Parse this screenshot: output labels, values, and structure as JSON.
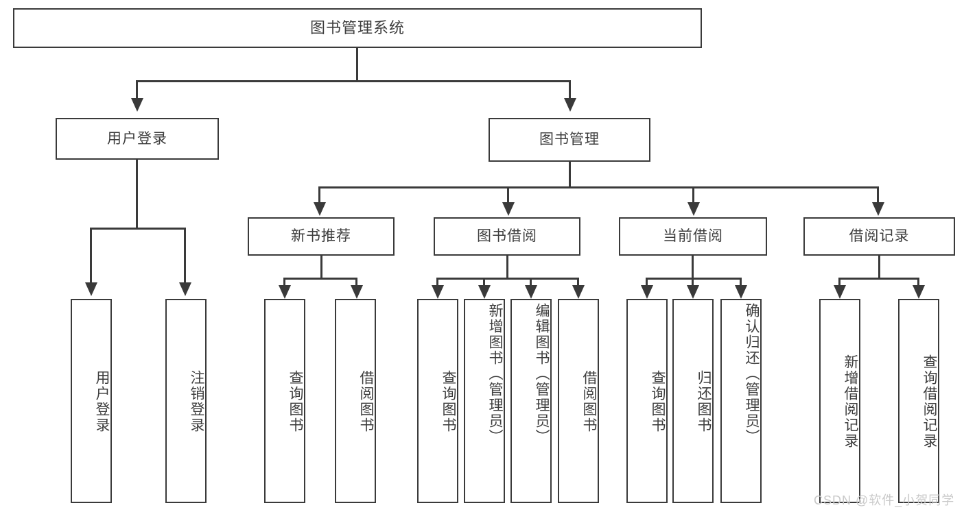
{
  "diagram": {
    "title": "图书管理系统",
    "type": "hierarchy-tree",
    "root": {
      "label": "图书管理系统"
    },
    "level1": [
      {
        "label": "用户登录"
      },
      {
        "label": "图书管理"
      }
    ],
    "level2": [
      {
        "label": "新书推荐"
      },
      {
        "label": "图书借阅"
      },
      {
        "label": "当前借阅"
      },
      {
        "label": "借阅记录"
      }
    ],
    "leaves": {
      "user_login": [
        {
          "label": "用户登录"
        },
        {
          "label": "注销登录"
        }
      ],
      "new_book_recommend": [
        {
          "label": "查询图书"
        },
        {
          "label": "借阅图书"
        }
      ],
      "book_borrow": [
        {
          "label": "查询图书"
        },
        {
          "label": "新增图书（管理员）"
        },
        {
          "label": "编辑图书（管理员）"
        },
        {
          "label": "借阅图书"
        }
      ],
      "current_borrow": [
        {
          "label": "查询图书"
        },
        {
          "label": "归还图书"
        },
        {
          "label": "确认归还（管理员）"
        }
      ],
      "borrow_record": [
        {
          "label": "新增借阅记录"
        },
        {
          "label": "查询借阅记录"
        }
      ]
    }
  },
  "watermark": {
    "text": "CSDN @软件_小贺同学"
  },
  "colors": {
    "stroke": "#3a3a3a",
    "text": "#3d3d3d",
    "background": "#ffffff",
    "watermark": "#c9c9c9"
  }
}
